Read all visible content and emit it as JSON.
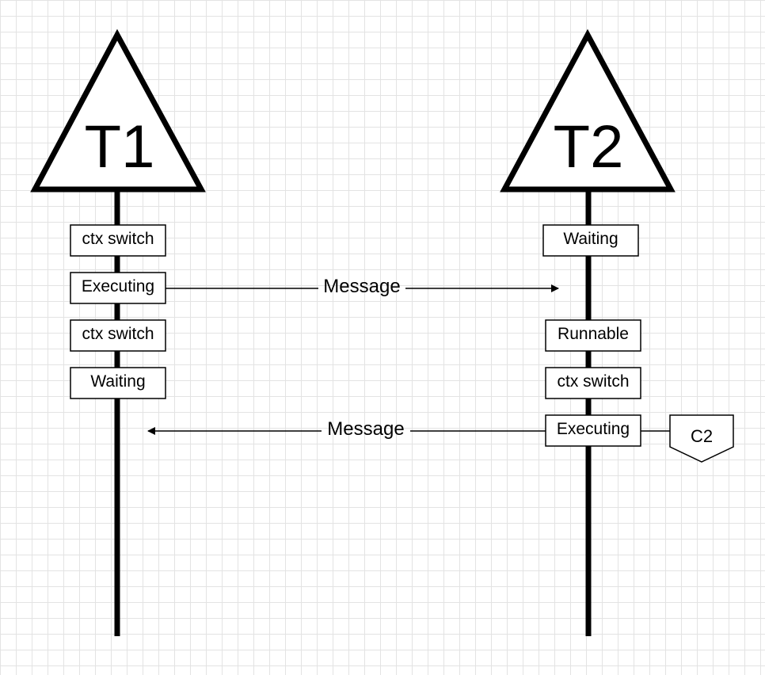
{
  "lanes": [
    {
      "title": "T1",
      "states": [
        "ctx switch",
        "Executing",
        "ctx switch",
        "Waiting"
      ]
    },
    {
      "title": "T2",
      "states": [
        "Waiting",
        "Runnable",
        "ctx switch",
        "Executing"
      ]
    }
  ],
  "messages": [
    {
      "label": "Message",
      "from": "T1",
      "to": "T2"
    },
    {
      "label": "Message",
      "from": "T2",
      "to": "T1"
    }
  ],
  "tag": {
    "label": "C2"
  },
  "colors": {
    "stroke": "#000000",
    "fill": "#ffffff",
    "grid": "#e3e3e3"
  }
}
